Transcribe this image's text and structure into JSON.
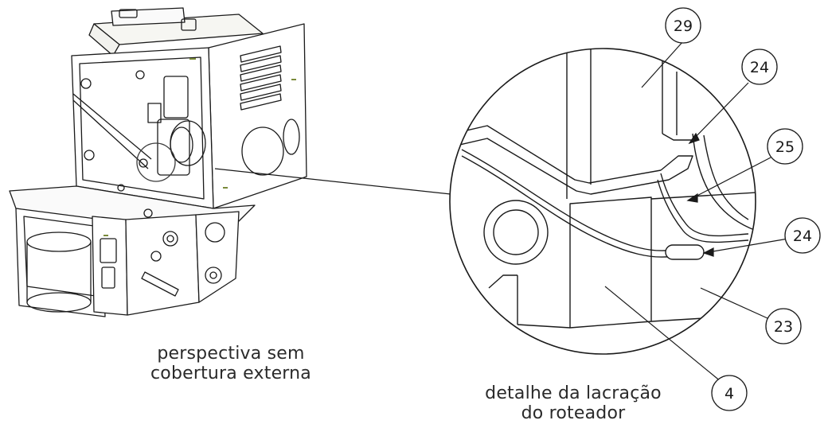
{
  "captions": {
    "perspective": [
      "perspectiva sem",
      "cobertura externa"
    ],
    "detail": [
      "detalhe da lacração",
      "do roteador"
    ]
  },
  "callouts": [
    "29",
    "24",
    "25",
    "24",
    "23",
    "4"
  ],
  "colors": {
    "line": "#1a1a1a",
    "accent": "#7a8a3a",
    "label": "#2a2a2a"
  }
}
